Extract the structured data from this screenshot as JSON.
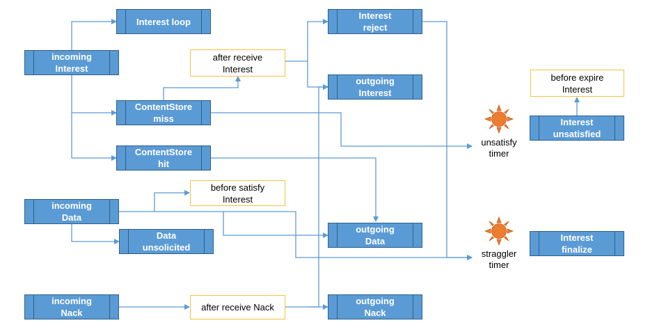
{
  "colors": {
    "pipeline_fill": "#5b9bd5",
    "pipeline_border": "#2e5f8a",
    "pipeline_text": "#ffffff",
    "trigger_border": "#f5c242",
    "connector": "#5b9bd5",
    "timer_fill": "#ed7d31"
  },
  "pipelines": {
    "interest_loop": "Interest loop",
    "incoming_interest": "incoming\nInterest",
    "contentstore_miss": "ContentStore\nmiss",
    "contentstore_hit": "ContentStore\nhit",
    "incoming_data": "incoming\nData",
    "data_unsolicited": "Data\nunsolicited",
    "incoming_nack": "incoming\nNack",
    "interest_reject": "Interest\nreject",
    "outgoing_interest": "outgoing\nInterest",
    "outgoing_data": "outgoing\nData",
    "outgoing_nack": "outgoing\nNack",
    "interest_unsatisfied": "Interest\nunsatisfied",
    "interest_finalize": "Interest\nfinalize"
  },
  "triggers": {
    "after_receive_interest": "after receive\nInterest",
    "before_satisfy_interest": "before satisfy\nInterest",
    "after_receive_nack": "after receive Nack",
    "before_expire_interest": "before expire\nInterest"
  },
  "timers": {
    "unsatisfy": {
      "label": "unsatisfy\ntimer",
      "icon": "sun-icon"
    },
    "straggler": {
      "label": "straggler\ntimer",
      "icon": "sun-icon"
    }
  }
}
